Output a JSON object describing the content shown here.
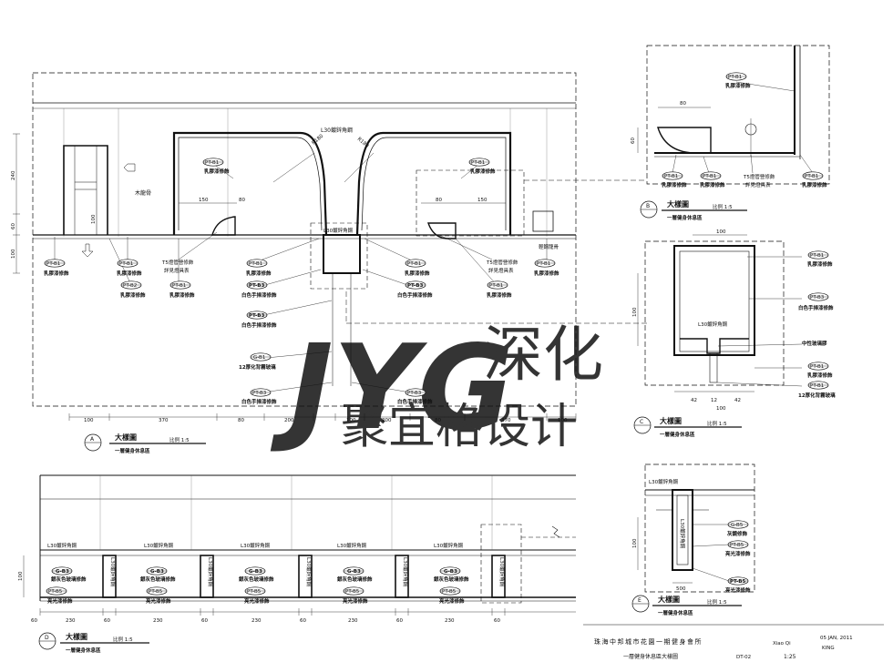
{
  "watermark": {
    "logo": "JYG",
    "line1": "深化",
    "line2": "聚宜格设计"
  },
  "plan_a": {
    "labels": {
      "top_angle": "L30鍍鋅角鋼",
      "r180_left": "R180",
      "r180_right": "R180",
      "center_angle": "L30鍍鋅角鋼",
      "wood_keel": "木龍骨",
      "steel_keel": "輕鋼龍骨",
      "t5_left_1": "T5燈管營修飾",
      "t5_left_2": "詳見燈具表",
      "t5_right_1": "T5燈管營修飾",
      "t5_right_2": "詳見燈具表",
      "latex": "乳膠漆修飾",
      "white_paint": "白色手掃漆修飾",
      "frosted_glass": "12厚化背霧玻璃"
    },
    "tags": {
      "pt_b1": "PT-B1",
      "pt_b2": "PT-B2",
      "pt_b3": "PT-B3",
      "g_b1": "G-B1"
    },
    "dims_vertical": [
      "240",
      "60",
      "100"
    ],
    "dims_inner": [
      "150",
      "80",
      "80",
      "150",
      "100"
    ],
    "dims_bottom": [
      "100",
      "370",
      "80",
      "200",
      "100",
      "200",
      "80",
      "370",
      "100"
    ],
    "title": "大樣圖",
    "ref": "A",
    "scale": "比例 1:5",
    "subtitle": "一層健身休息區"
  },
  "detail_b": {
    "tags": [
      "PT-B1",
      "PT-B1",
      "PT-B1",
      "PT-B1"
    ],
    "labels": {
      "latex": "乳膠漆修飾",
      "t5_1": "T5燈管營修飾",
      "t5_2": "詳見燈具表"
    },
    "dims": [
      "80",
      "60"
    ],
    "title": "大樣圖",
    "ref": "B",
    "scale": "比例 1:5",
    "subtitle": "一層健身休息區"
  },
  "detail_c": {
    "tags": [
      "PT-B1",
      "PT-B3",
      "PT-B1",
      "PT-B1"
    ],
    "labels": {
      "latex": "乳膠漆修飾",
      "white_paint": "白色手掃漆修飾",
      "center_angle": "L30鍍鋅角鋼",
      "glue": "中性玻璃膠",
      "frosted_glass": "12厚化背霧玻璃"
    },
    "dims": {
      "top": "100",
      "side": "100",
      "bottom": [
        "42",
        "12",
        "42"
      ],
      "total": "100"
    },
    "title": "大樣圖",
    "ref": "C",
    "scale": "比例 1:5",
    "subtitle": "一層健身休息區"
  },
  "elev_d": {
    "angle_label": "L30鍍鋅角鋼",
    "vertical_label": "L30鍍鋅角鋼",
    "tag_glass": "G-B3",
    "tag_paint": "PT-B5",
    "glass_label": "銀灰色玻璃修飾",
    "paint_label": "亮光漆修飾",
    "dim_side": "100",
    "dims_bottom": [
      "60",
      "230",
      "60",
      "230",
      "60",
      "230",
      "60",
      "230",
      "60",
      "230",
      "60"
    ],
    "title": "大樣圖",
    "ref": "D",
    "scale": "比例 1:5",
    "subtitle": "一層健身休息區"
  },
  "detail_e": {
    "top_label": "L30鍍鋅角鋼",
    "vertical_label": "L30鍍鋅角鋼",
    "tag_glass": "G-B5",
    "tag_paint": "PT-B5",
    "tag_paint_2": "PT-B5",
    "glass_label": "灰鏡修飾",
    "paint_label": "亮光漆修飾",
    "dims": {
      "side": "100",
      "bottom": "500"
    },
    "title": "大樣圖",
    "ref": "E",
    "scale": "比例 1:5",
    "subtitle": "一層健身休息區"
  },
  "title_block": {
    "project": "珠海中邦城市花園一期健身會所",
    "drawing": "一層健身休息區大樣圖",
    "drawn_by": "Xiao Qi",
    "date": "05 JAN, 2011",
    "checked": "KING",
    "sheet": "DT-02",
    "scale": "1:25"
  }
}
